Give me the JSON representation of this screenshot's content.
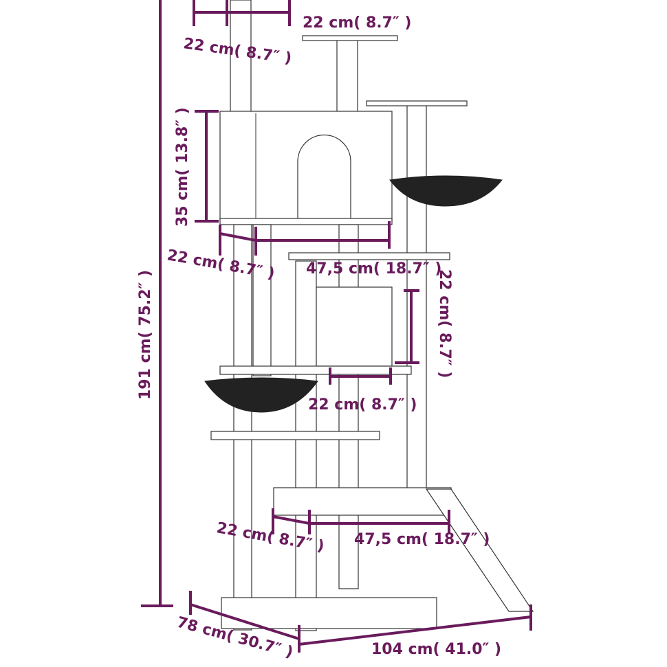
{
  "title": "Cat tree dimension diagram",
  "colors": {
    "dimension": "#6a1b5c",
    "outline": "#333333",
    "hammock": "#222222"
  },
  "dimensions": {
    "top_platform_width": "22 cm( 8.7″ )",
    "top_platform_depth": "22 cm( 8.7″ )",
    "condo_height": "35 cm( 13.8″ )",
    "condo_depth": "22 cm( 8.7″ )",
    "condo_width": "47,5 cm( 18.7″ )",
    "total_height": "191 cm( 75.2″ )",
    "box_height": "22 cm( 8.7″ )",
    "box_width": "22 cm( 8.7″ )",
    "lower_depth": "22 cm( 8.7″ )",
    "lower_width": "47,5 cm( 18.7″ )",
    "base_depth": "78 cm( 30.7″ )",
    "base_width": "104 cm( 41.0″ )"
  }
}
